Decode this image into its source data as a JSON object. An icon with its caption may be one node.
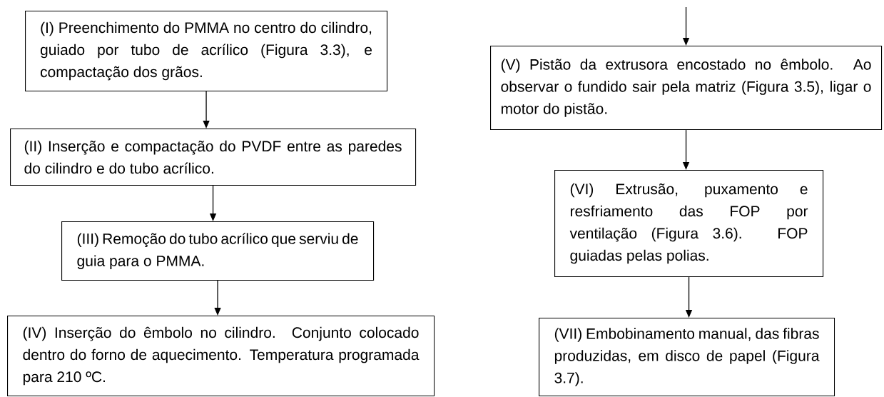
{
  "diagram": {
    "nodes": [
      {
        "text": [
          "(I) Preenchimento do PMMA no centro do cilindro, guiado por tubo de acrílico (Figura 3.3), e compactação dos grãos."
        ]
      },
      {
        "text": [
          "(II) Inserção e compactação do PVDF entre as paredes do cilindro e do tubo acrílico."
        ]
      },
      {
        "text": [
          "(III) Remoção do tubo acrílico que serviu de guia para o PMMA."
        ]
      },
      {
        "text": [
          "(IV) Inserção do êmbolo no cilindro. Conjunto colocado dentro do forno de aquecimento. Temperatura programada para 210 ºC."
        ]
      },
      {
        "text": [
          "(V) Pistão da extrusora encostado no êmbolo. Ao observar o fundido sair pela matriz (Figura 3.5), ligar o motor do pistão."
        ]
      },
      {
        "text": [
          "(VI) Extrusão, puxamento e resfriamento das FOP por ventilação (Figura 3.6). FOP guiadas pelas polias."
        ]
      },
      {
        "text": [
          "(VII) Embobinamento manual, das fibras produzidas, em disco de papel (Figura 3.7)."
        ]
      }
    ],
    "edges": [
      {
        "from": 0,
        "to": 1,
        "arrow": "to"
      },
      {
        "from": 1,
        "to": 2,
        "arrow": "to"
      },
      {
        "from": 2,
        "to": 3,
        "arrow": "to"
      },
      {
        "from": null,
        "to": 4,
        "arrow": "to"
      },
      {
        "from": 4,
        "to": 5,
        "arrow": "to"
      },
      {
        "from": 5,
        "to": 6,
        "arrow": "to"
      }
    ]
  }
}
